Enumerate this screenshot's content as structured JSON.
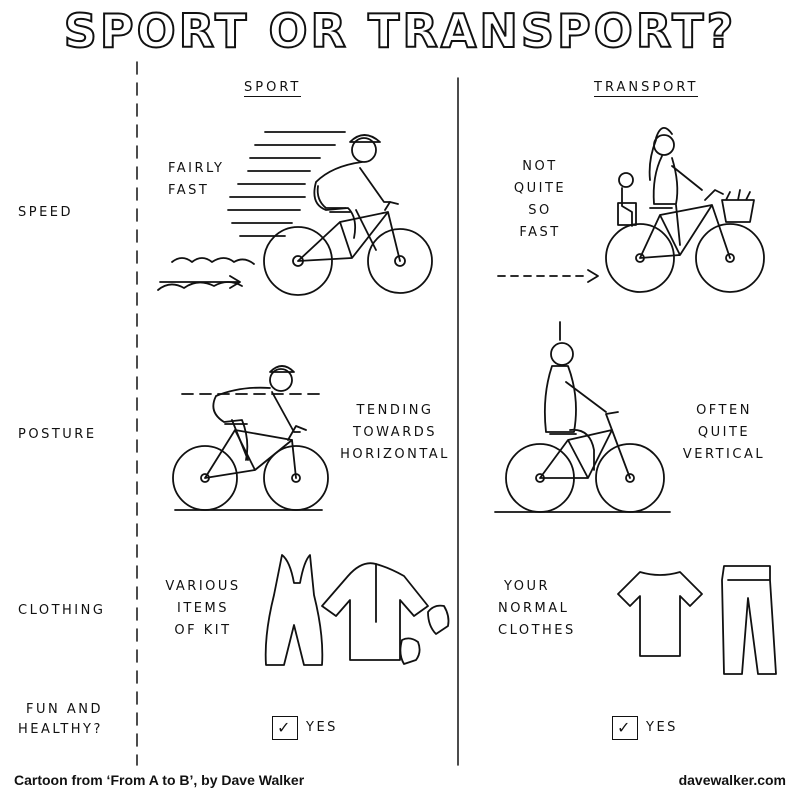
{
  "title": "SPORT OR TRANSPORT?",
  "columns": {
    "sport": "SPORT",
    "transport": "TRANSPORT"
  },
  "rows": {
    "speed": {
      "label": "SPEED",
      "sport_lines": [
        "FAIRLY",
        "FAST"
      ],
      "transport_lines": [
        "NOT",
        "QUITE",
        "SO",
        "FAST"
      ]
    },
    "posture": {
      "label": "POSTURE",
      "sport_lines": [
        "TENDING",
        "TOWARDS",
        "HORIZONTAL"
      ],
      "transport_lines": [
        "OFTEN",
        "QUITE",
        "VERTICAL"
      ]
    },
    "clothing": {
      "label": "CLOTHING",
      "sport_lines": [
        "VARIOUS",
        "ITEMS",
        "OF KIT"
      ],
      "transport_lines": [
        "YOUR",
        "NORMAL",
        "CLOTHES"
      ]
    },
    "fun": {
      "label_lines": [
        "FUN AND",
        "HEALTHY?"
      ],
      "sport_answer": "YES",
      "transport_answer": "YES",
      "check_glyph": "✓"
    }
  },
  "footer": {
    "credit": "Cartoon from ‘From A to B’, by Dave Walker",
    "site": "davewalker.com"
  }
}
